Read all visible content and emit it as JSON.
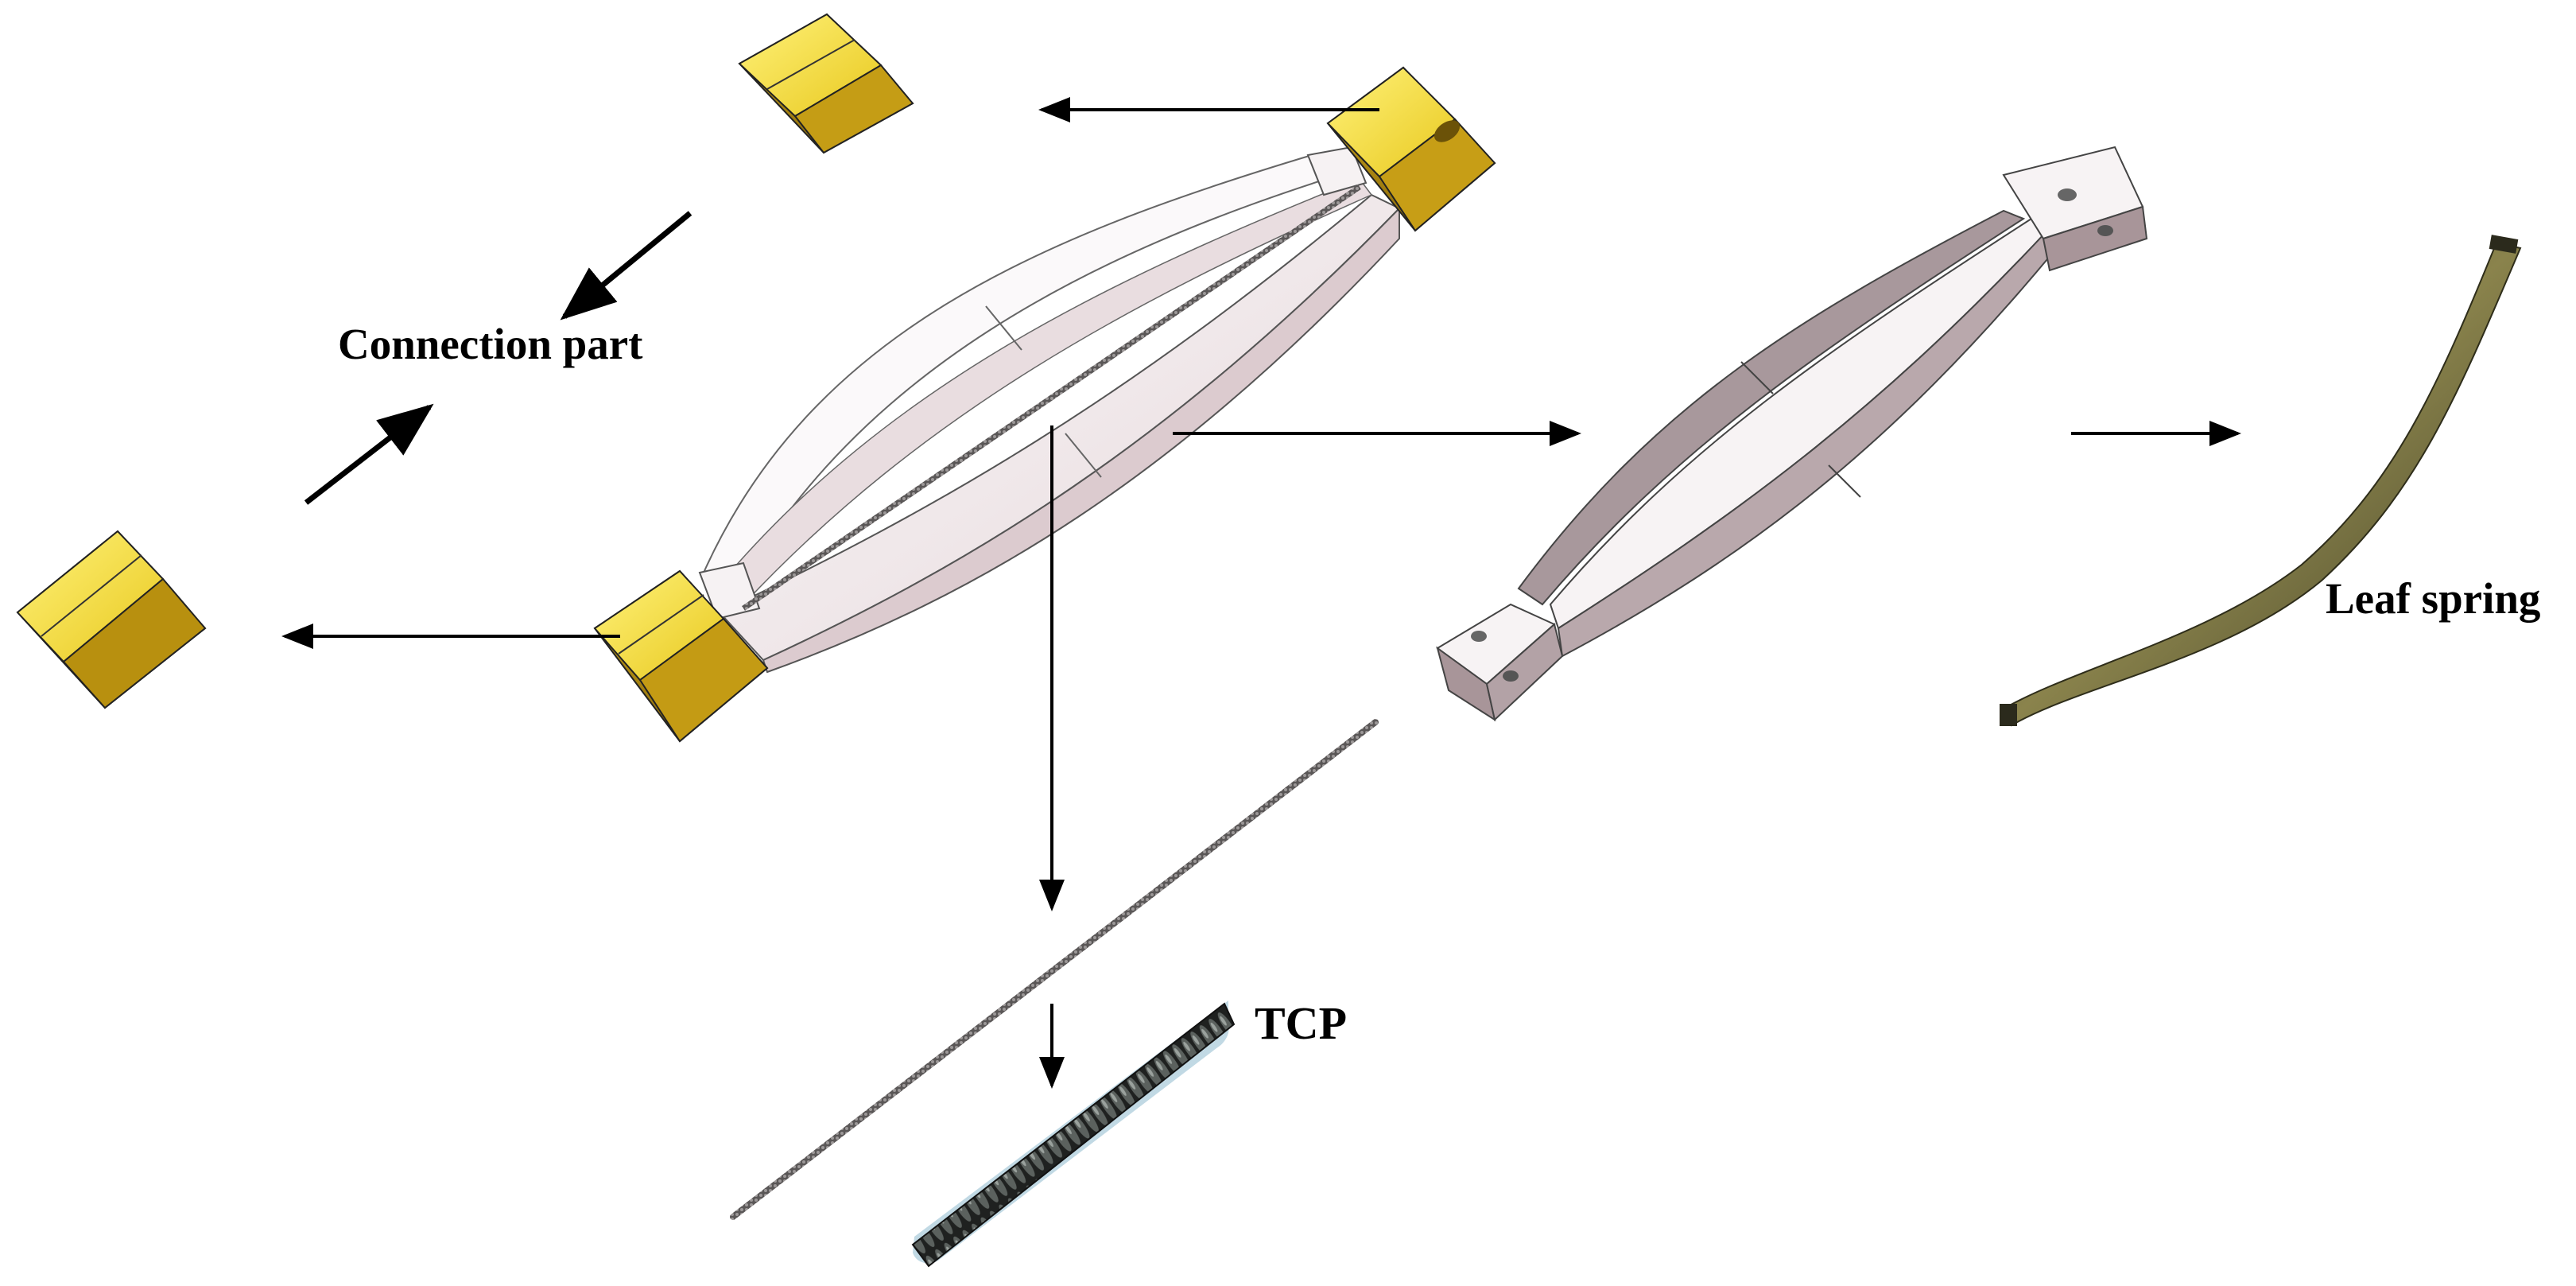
{
  "labels": {
    "connection_part": "Connection part",
    "tcp": "TCP",
    "leaf_spring": "Leaf spring"
  },
  "colors": {
    "connector_light": "#f6e23a",
    "connector_mid": "#d9b51c",
    "connector_dark": "#9c7a10",
    "frame_face": "#f3eef0",
    "frame_side": "#d8c8cc",
    "frame_shadow": "#b8a6ab",
    "spring_metal": "#8c8788",
    "leaf_spring": "#6e6a3c",
    "tcp_coil": "#2f3230",
    "arrow": "#000000"
  }
}
